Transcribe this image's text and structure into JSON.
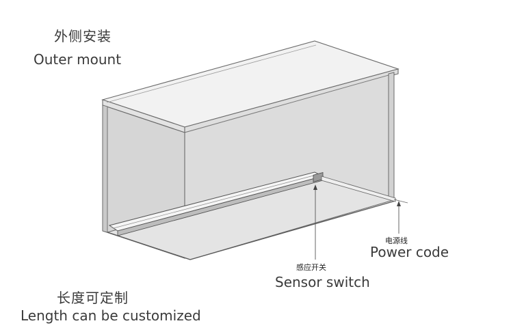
{
  "labels": {
    "outer_mount_cn": "外侧安装",
    "outer_mount_en": "Outer mount",
    "power_cn": "电源线",
    "power_en": "Power code",
    "sensor_cn": "感应开关",
    "sensor_en": "Sensor switch",
    "length_cn": "长度可定制",
    "length_en": "Length can be customized"
  }
}
